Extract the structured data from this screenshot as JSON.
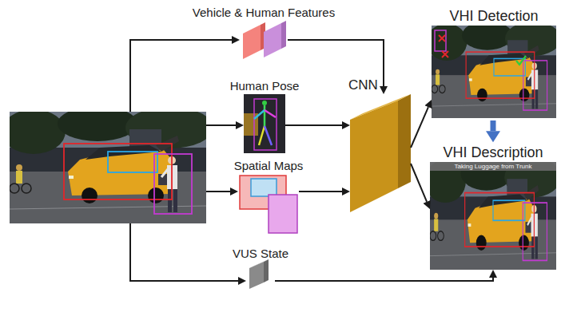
{
  "diagram": {
    "nodes": [
      {
        "text": []
      },
      {
        "text": [
          "Vehicle & Human Features"
        ]
      },
      {
        "text": [
          "Human Pose"
        ]
      },
      {
        "text": [
          "Spatial Maps"
        ]
      },
      {
        "text": [
          "VUS State"
        ]
      },
      {
        "text": [
          "CNN"
        ]
      },
      {
        "text": [
          "VHI Detection"
        ]
      },
      {
        "text": [
          "VHI Description",
          "Taking Luggage from Trunk"
        ]
      }
    ],
    "edges": [
      {
        "from": 0,
        "to": 1,
        "arrow": "to"
      },
      {
        "from": 0,
        "to": 2,
        "arrow": "to"
      },
      {
        "from": 0,
        "to": 3,
        "arrow": "to"
      },
      {
        "from": 0,
        "to": 4,
        "arrow": "to"
      },
      {
        "from": 1,
        "to": 5,
        "arrow": "to"
      },
      {
        "from": 2,
        "to": 5,
        "arrow": "to"
      },
      {
        "from": 3,
        "to": 5,
        "arrow": "to"
      },
      {
        "from": 5,
        "to": 6,
        "arrow": "to"
      },
      {
        "from": 5,
        "to": 7,
        "arrow": "to"
      },
      {
        "from": 6,
        "to": 7,
        "arrow": "to"
      },
      {
        "from": 4,
        "to": 7,
        "arrow": "to"
      }
    ]
  }
}
